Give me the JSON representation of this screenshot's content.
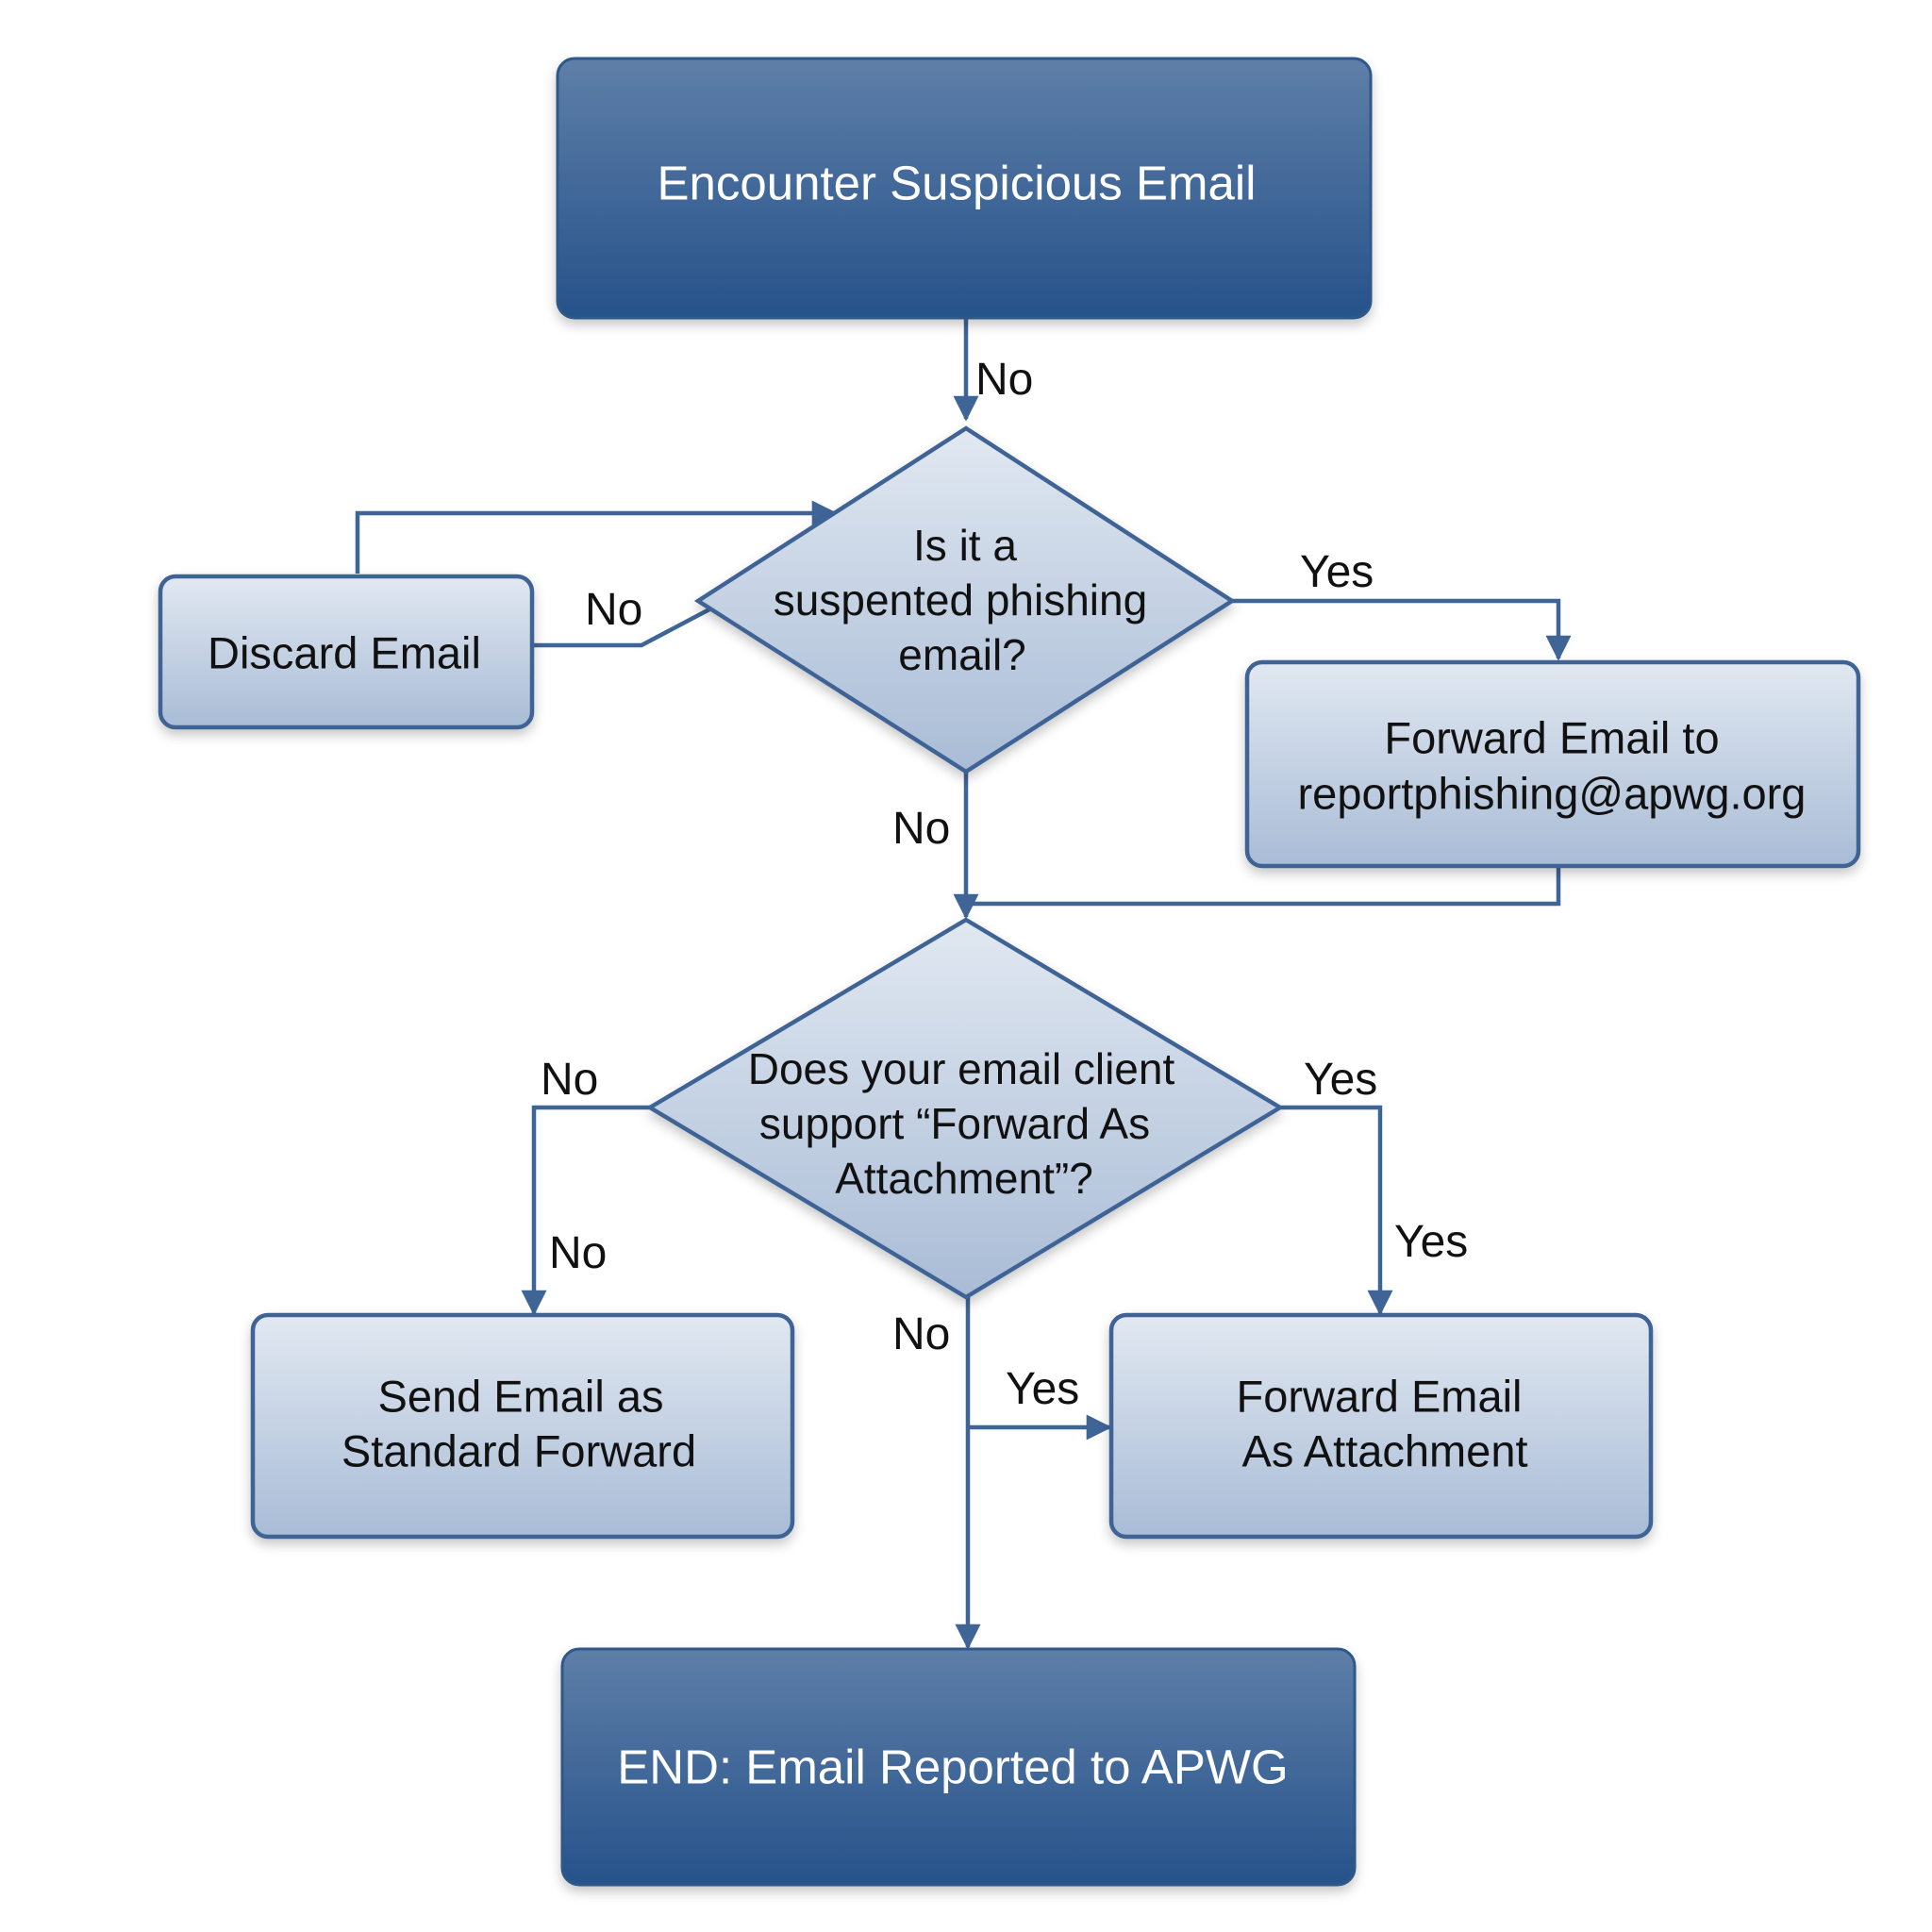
{
  "colors": {
    "dark_fill_top": "#5e7fa8",
    "dark_fill_bottom": "#26528a",
    "light_fill_top": "#dde5ef",
    "light_fill_bottom": "#a9bcd6",
    "stroke": "#3f6496",
    "dark_text": "#ffffff",
    "light_text": "#111111"
  },
  "nodes": {
    "start": {
      "text": "Encounter Suspicious Email"
    },
    "q1": {
      "lines": [
        "Is it a",
        "suspented phishing",
        "email?"
      ]
    },
    "discard": {
      "text": "Discard Email"
    },
    "forward_apwg": {
      "lines": [
        "Forward Email to",
        "reportphishing@apwg.org"
      ]
    },
    "q2": {
      "lines": [
        "Does your email client",
        "support “Forward As",
        "Attachment”?"
      ]
    },
    "standard_forward": {
      "lines": [
        "Send Email as",
        "Standard Forward"
      ]
    },
    "forward_attachment": {
      "lines": [
        "Forward Email",
        "As Attachment"
      ]
    },
    "end": {
      "text": "END: Email Reported to APWG"
    }
  },
  "edge_labels": {
    "start_to_q1": "No",
    "q1_to_discard": "No",
    "q1_to_forward": "Yes",
    "q1_to_q2": "No",
    "q2_left": "No",
    "q2_left_down": "No",
    "q2_right": "Yes",
    "q2_right_down": "Yes",
    "q2_down": "No",
    "to_attachment": "Yes"
  }
}
